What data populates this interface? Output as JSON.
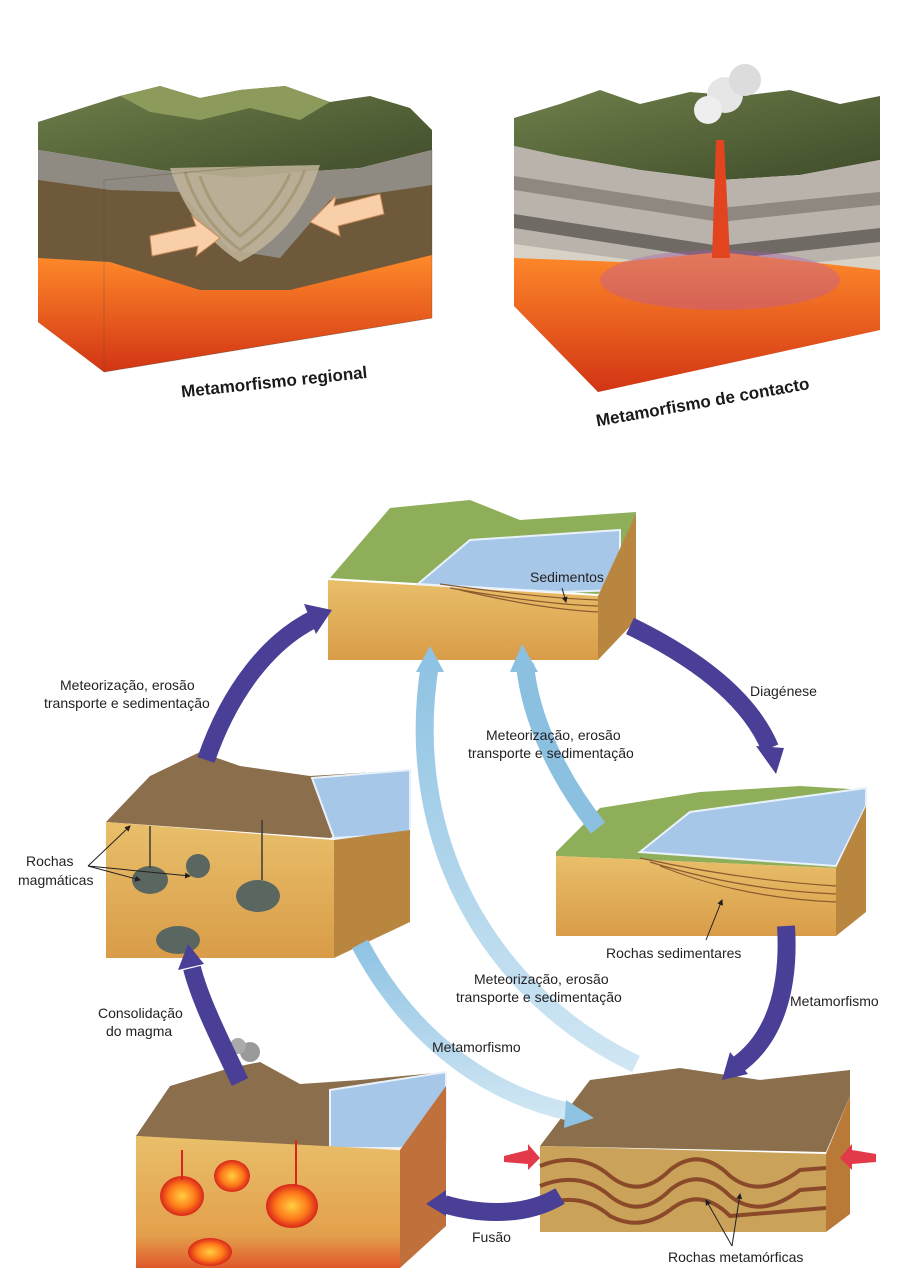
{
  "top": {
    "regional_caption": "Metamorfismo regional",
    "contact_caption": "Metamorfismo de contacto"
  },
  "cycle": {
    "sediments": "Sedimentos",
    "weathering_left": [
      "Meteorização, erosão",
      "transporte e sedimentação"
    ],
    "weathering_center": [
      "Meteorização, erosão",
      "transporte e sedimentação"
    ],
    "weathering_middle": [
      "Meteorização, erosão",
      "transporte e sedimentação"
    ],
    "diagenesis": "Diagénese",
    "magmatic_rocks": [
      "Rochas",
      "magmáticas"
    ],
    "sedimentary_rocks": "Rochas sedimentares",
    "consolidation": [
      "Consolidação",
      "do magma"
    ],
    "metamorphism_right": "Metamorfismo",
    "metamorphism_center": "Metamorfismo",
    "fusion": "Fusão",
    "metamorphic_rocks": "Rochas metamórficas"
  },
  "colors": {
    "dark_arrow": "#4a3f96",
    "light_arrow": "#8cc0e0",
    "water": "#9fc4e6",
    "sediment": "#dcae5c",
    "magma": "#e8401e"
  }
}
